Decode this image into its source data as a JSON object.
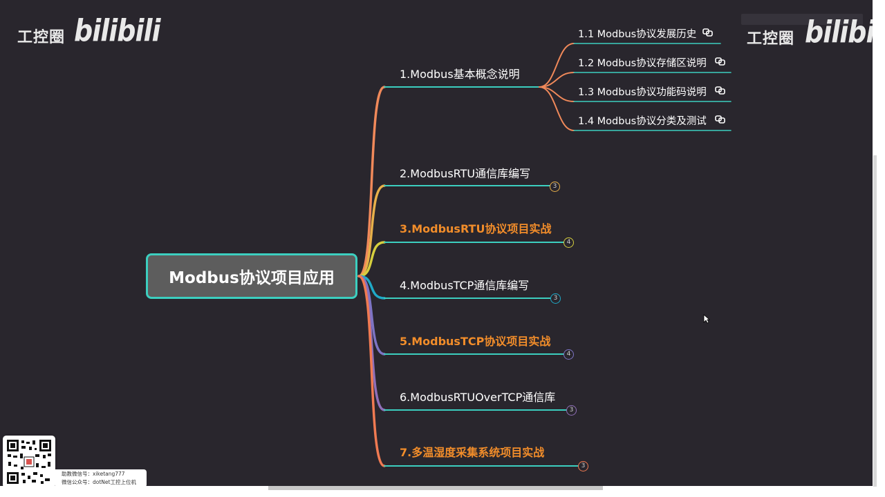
{
  "watermark": {
    "left_text": "工控圈",
    "left_logo": "bilibili",
    "right_text": "工控圈",
    "right_logo": "bilibili"
  },
  "mindmap": {
    "root": "Modbus协议项目应用",
    "branches": [
      {
        "label": "1.Modbus基本概念说明",
        "highlight": false,
        "children": [
          {
            "label": "1.1 Modbus协议发展历史",
            "icon": "link-icon"
          },
          {
            "label": "1.2 Modbus协议存储区说明",
            "icon": "link-icon"
          },
          {
            "label": "1.3 Modbus协议功能码说明",
            "icon": "link-icon"
          },
          {
            "label": "1.4 Modbus协议分类及测试",
            "icon": "link-icon"
          }
        ]
      },
      {
        "label": "2.ModbusRTU通信库编写",
        "highlight": false,
        "collapsed_count": "3",
        "color": "#e8b04a"
      },
      {
        "label": "3.ModbusRTU协议项目实战",
        "highlight": true,
        "collapsed_count": "4",
        "color": "#d6cf3e"
      },
      {
        "label": "4.ModbusTCP通信库编写",
        "highlight": false,
        "collapsed_count": "3",
        "color": "#1fa9c7"
      },
      {
        "label": "5.ModbusTCP协议项目实战",
        "highlight": true,
        "collapsed_count": "4",
        "color": "#7d74c4"
      },
      {
        "label": "6.ModbusRTUOverTCP通信库",
        "highlight": false,
        "collapsed_count": "3",
        "color": "#8f6fb8"
      },
      {
        "label": "7.多温湿度采集系统项目实战",
        "highlight": true,
        "collapsed_count": "3",
        "color": "#f07a52"
      }
    ]
  },
  "qr_info": {
    "line1": "助教微信号：xiketang777",
    "line2": "微信公众号：dotNet工控上位机"
  },
  "colors": {
    "background": "#29262d",
    "underline": "#3ccfc0",
    "highlight_text": "#f28d2a",
    "branch1": "#f0895a"
  }
}
